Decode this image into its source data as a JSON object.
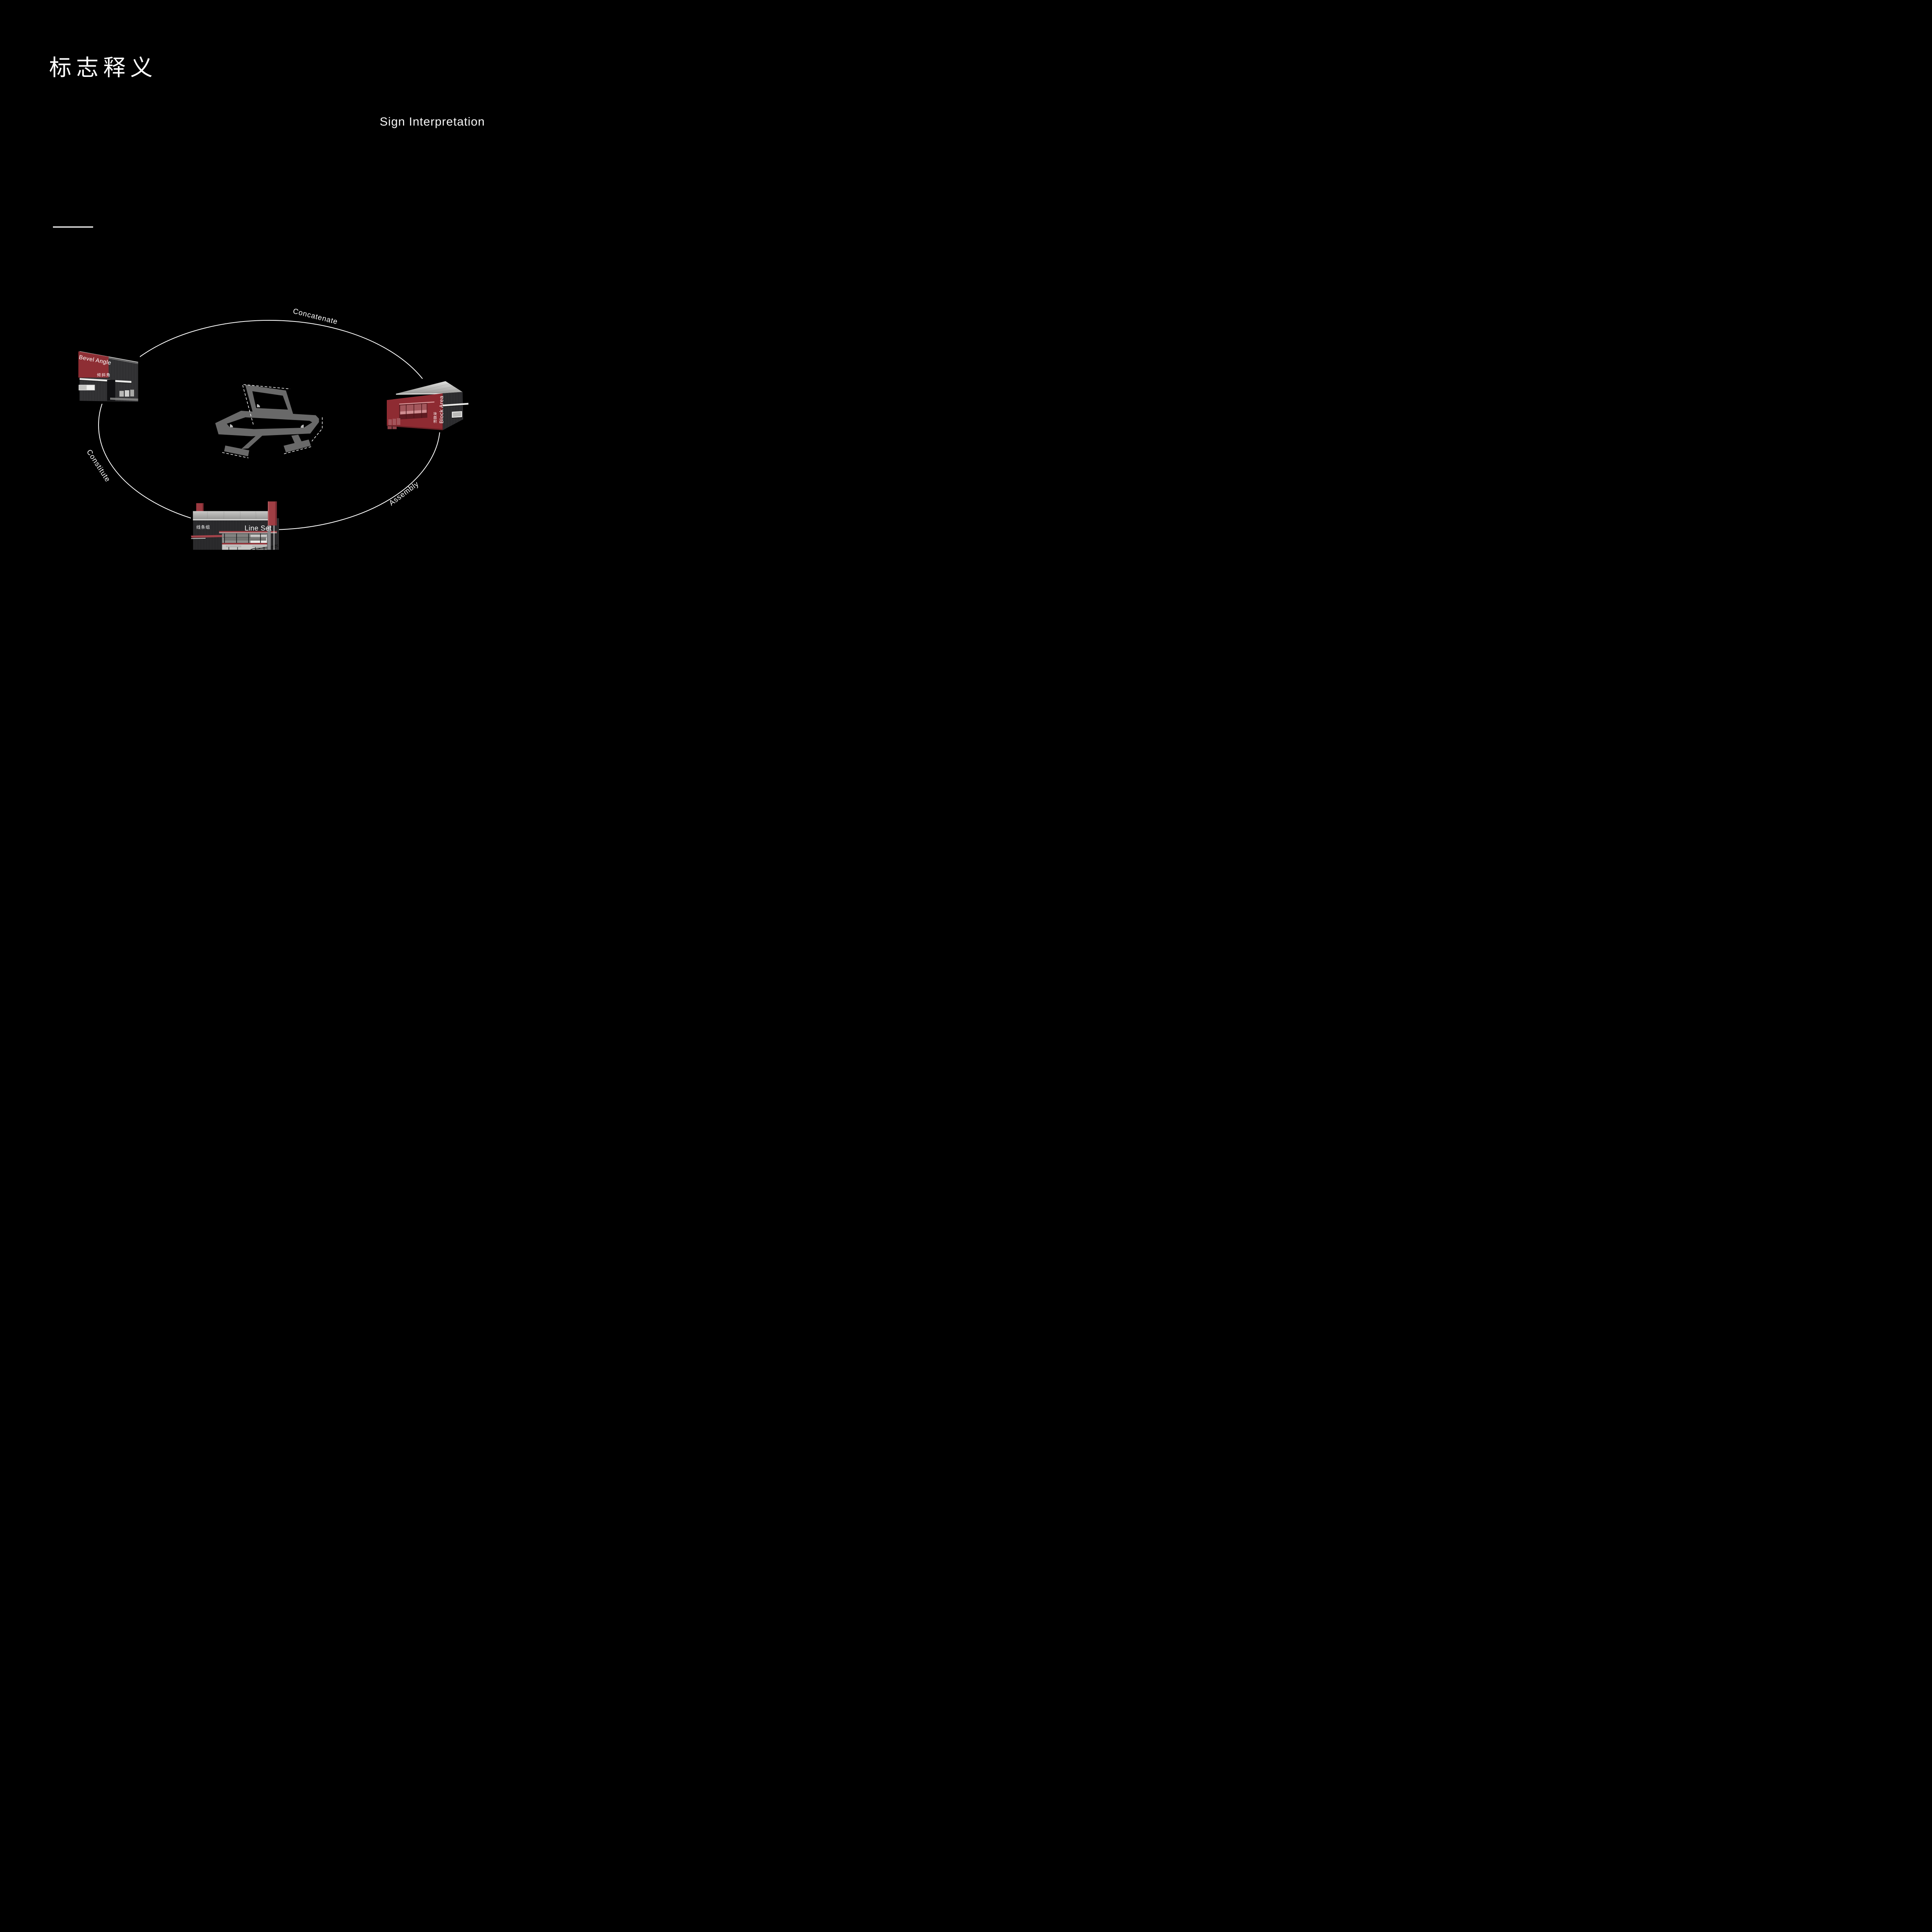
{
  "slide": {
    "background": "#000000",
    "title": "标志释义",
    "subtitle": "Sign Interpretation",
    "diagram": {
      "connections": {
        "top": "Concatenate",
        "left": "Constitute",
        "right_bottom": "Assembly"
      },
      "nodes": {
        "bevel": {
          "en": "Bevel Angle",
          "zh": "倾斜角"
        },
        "block": {
          "en": "Block Area",
          "zh": "块面积"
        },
        "line": {
          "en": "Line Set",
          "zh": "线条组"
        }
      },
      "colors": {
        "accent_red": "#9B2F37",
        "logo_gray": "#696969",
        "line_white": "#FFFFFF"
      }
    }
  }
}
